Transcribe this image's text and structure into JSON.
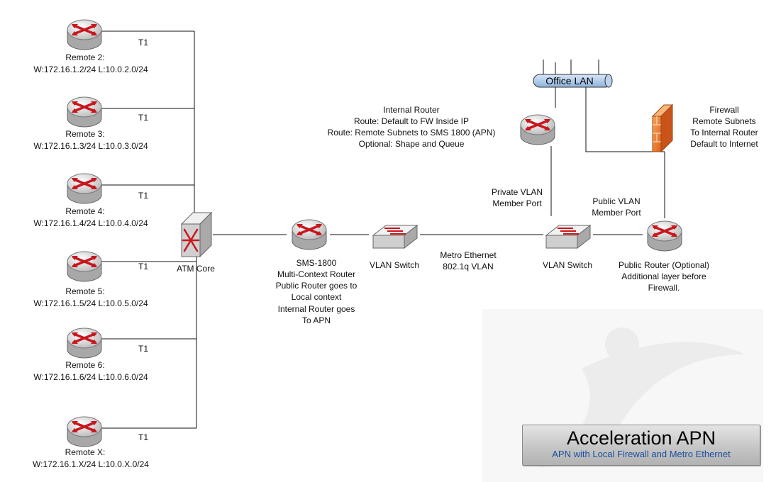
{
  "remotes": [
    {
      "name": "Remote 2:",
      "addr": "W:172.16.1.2/24 L:10.0.2.0/24",
      "link": "T1"
    },
    {
      "name": "Remote 3:",
      "addr": "W:172.16.1.3/24 L:10.0.3.0/24",
      "link": "T1"
    },
    {
      "name": "Remote 4:",
      "addr": "W:172.16.1.4/24 L:10.0.4.0/24",
      "link": "T1"
    },
    {
      "name": "Remote 5:",
      "addr": "W:172.16.1.5/24 L:10.0.5.0/24",
      "link": "T1"
    },
    {
      "name": "Remote 6:",
      "addr": "W:172.16.1.6/24 L:10.0.6.0/24",
      "link": "T1"
    },
    {
      "name": "Remote X:",
      "addr": "W:172.16.1.X/24 L:10.0.X.0/24",
      "link": "T1"
    }
  ],
  "atm_core": {
    "label": "ATM Core"
  },
  "sms": {
    "lines": [
      "SMS-1800",
      "Multi-Context Router",
      "Public Router goes to",
      "Local context",
      "Internal Router goes",
      "To APN"
    ]
  },
  "vlan_switch_left": {
    "label": "VLAN Switch"
  },
  "metro": {
    "lines": [
      "Metro Ethernet",
      "802.1q VLAN"
    ]
  },
  "vlan_switch_right": {
    "label": "VLAN Switch"
  },
  "private_port": {
    "lines": [
      "Private VLAN",
      "Member Port"
    ]
  },
  "public_port": {
    "lines": [
      "Public VLAN",
      "Member Port"
    ]
  },
  "public_router": {
    "lines": [
      "Public Router (Optional)",
      "Additional layer before",
      "Firewall."
    ]
  },
  "internal_router": {
    "lines": [
      "Internal Router",
      "Route: Default to FW Inside IP",
      "Route: Remote Subnets to SMS 1800 (APN)",
      "Optional: Shape and Queue"
    ]
  },
  "office_lan": {
    "label": "Office LAN"
  },
  "firewall": {
    "lines": [
      "Firewall",
      "Remote Subnets",
      "To Internal Router",
      "Default to Internet"
    ]
  },
  "banner": {
    "title": "Acceleration APN",
    "subtitle": "APN with Local Firewall and Metro Ethernet"
  },
  "colors": {
    "router_arrow": "#c8161d",
    "router_body": "#d8d8d8",
    "lan_bar": "#a9c7e8",
    "firewall": "#f07a2a",
    "banner_subtitle": "#1a4fa0"
  }
}
